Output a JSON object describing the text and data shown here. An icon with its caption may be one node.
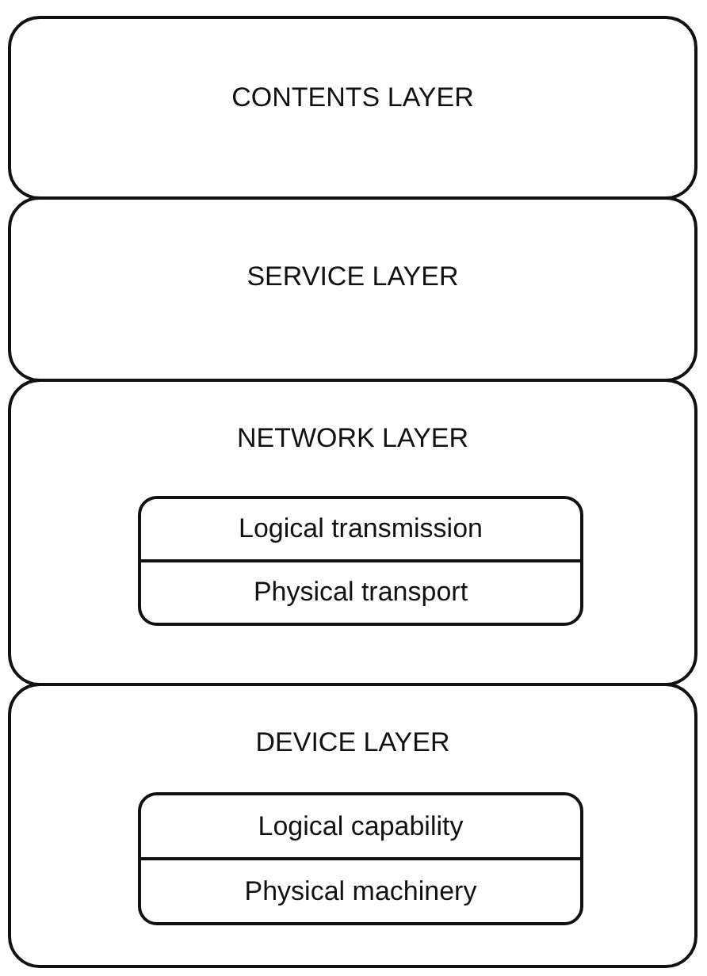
{
  "diagram": {
    "nodes": [
      {
        "text": [
          "CONTENTS LAYER"
        ]
      },
      {
        "text": [
          "SERVICE LAYER"
        ]
      },
      {
        "text": [
          "NETWORK LAYER"
        ]
      },
      {
        "text": [
          "Logical transmission"
        ],
        "in": 2
      },
      {
        "text": [
          "Physical transport"
        ],
        "in": 2
      },
      {
        "text": [
          "DEVICE LAYER"
        ]
      },
      {
        "text": [
          "Logical capability"
        ],
        "in": 5
      },
      {
        "text": [
          "Physical machinery"
        ],
        "in": 5
      }
    ]
  }
}
